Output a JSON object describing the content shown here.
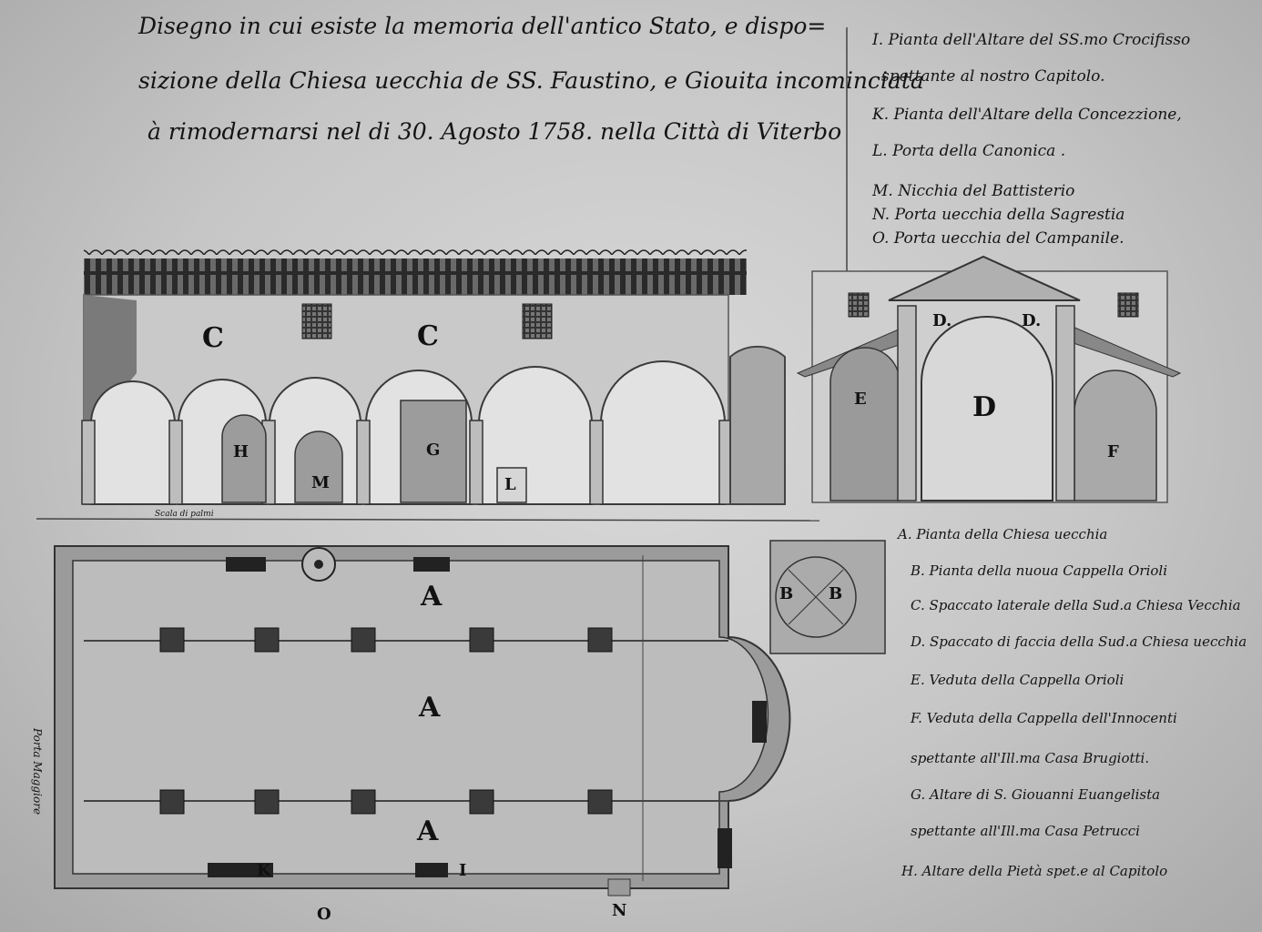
{
  "title": {
    "line1": "Disegno in cui esiste la memoria dell'antico Stato, e dispo=",
    "line2": "sizione della Chiesa uecchia de SS. Faustino, e Giouita incominciata",
    "line3": "à rimodernarsi nel di 30. Agosto 1758. nella Città di Viterbo"
  },
  "legend_top": [
    "I. Pianta dell'Altare del SS.mo Crocifisso",
    "spettante al nostro Capitolo.",
    "K. Pianta dell'Altare della Concezzione,",
    "L. Porta della Canonica .",
    "M. Nicchia del Battisterio",
    "N. Porta uecchia della Sagrestia",
    "O. Porta uecchia del Campanile."
  ],
  "legend_bottom": [
    "A. Pianta della Chiesa uecchia",
    "B. Pianta della nuoua Cappella Orioli",
    "C. Spaccato laterale della Sud.a Chiesa Vecchia",
    "D. Spaccato di faccia della Sud.a Chiesa uecchia",
    "E. Veduta della Cappella Orioli",
    "F. Veduta della Cappella dell'Innocenti",
    "spettante all'Ill.ma Casa Brugiotti.",
    "G. Altare di S. Giouanni Euangelista",
    "spettante all'Ill.ma Casa Petrucci",
    "H. Altare della Pietà spet.e al Capitolo"
  ],
  "letters": {
    "c1": "C",
    "c2": "C",
    "h": "H",
    "m": "M",
    "g": "G",
    "l": "L",
    "d1": "D.",
    "d2": "D.",
    "d3": "D",
    "e": "E",
    "f": "F",
    "a1": "A",
    "a2": "A",
    "a3": "A",
    "b1": "B",
    "b2": "B",
    "k": "K",
    "i": "I",
    "o": "O",
    "n": "N"
  },
  "side_note": "Porta Maggiore",
  "scale_note": "Scala di palmi"
}
